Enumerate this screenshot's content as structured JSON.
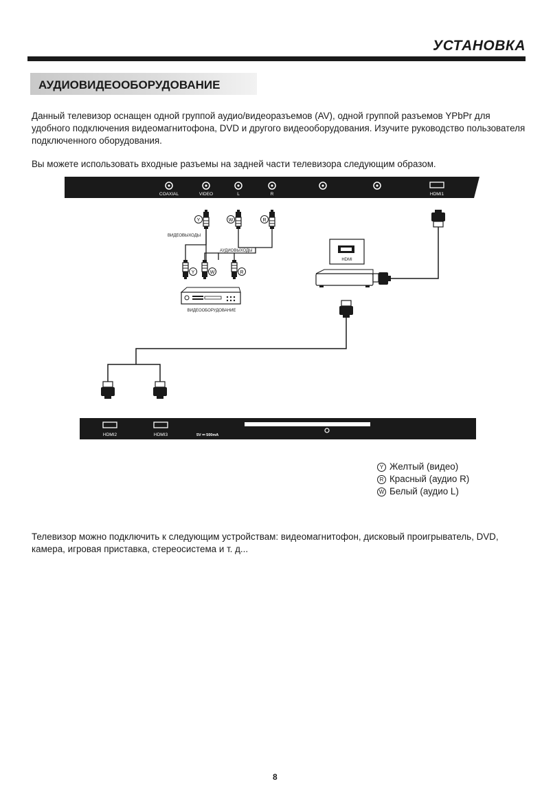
{
  "header": {
    "title": "УСТАНОВКА"
  },
  "section": {
    "title": "АУДИОВИДЕООБОРУДОВАНИЕ"
  },
  "intro": "Данный телевизор оснащен одной группой аудио/видеоразъемов (AV), одной группой разъемов YPbPr для удобного подключения видеомагнитофона, DVD и другого видеооборудования. Изучите руководство пользователя подключенного оборудования.",
  "usage": "Вы можете использовать входные разъемы на задней части телевизора следующим образом.",
  "diagram": {
    "top_panel": {
      "coaxial": "COAXIAL",
      "video": "VIDEO",
      "l": "L",
      "r": "R",
      "hdmi1": "HDMI1"
    },
    "video_out": "ВИДЕОВЫХОДЫ",
    "audio_out": "АУДИОВЫХОДЫ",
    "equipment": "ВИДЕООБОРУДОВАНИЕ",
    "box_hdmi": "HDMI",
    "bottom_panel": {
      "hdmi2": "HDMI2",
      "hdmi3": "HDMI3",
      "power": "5V ⎓ 500mA"
    },
    "markers": {
      "y": "Y",
      "w": "W",
      "r": "R"
    }
  },
  "legend": [
    {
      "marker": "Y",
      "text": "Желтый (видео)"
    },
    {
      "marker": "R",
      "text": "Красный (аудио R)"
    },
    {
      "marker": "W",
      "text": "Белый (аудио L)"
    }
  ],
  "devices": "Телевизор можно подключить к следующим устройствам: видеомагнитофон, дисковый проигрыватель, DVD, камера, игровая приставка, стереосистема и т. д...",
  "page_number": "8",
  "colors": {
    "panel": "#1a1a1a",
    "section_bg": "#d0d0d0"
  }
}
